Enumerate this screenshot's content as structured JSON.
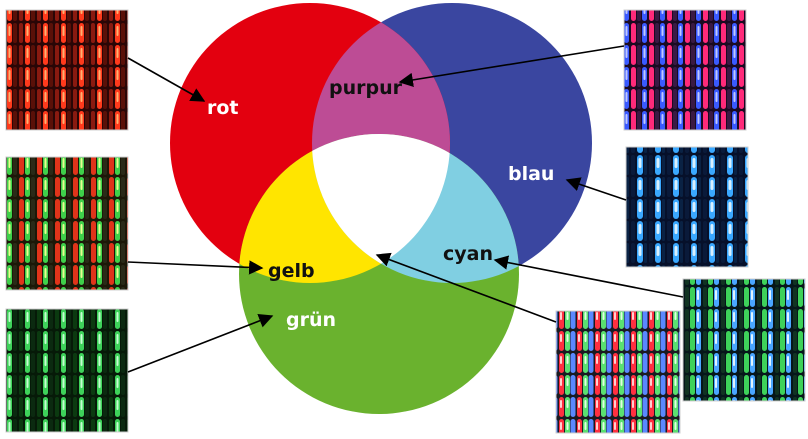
{
  "labels": {
    "rot": "rot",
    "purpur": "purpur",
    "blau": "blau",
    "gelb": "gelb",
    "cyan": "cyan",
    "gruen": "grün"
  },
  "colors": {
    "red": "#e3000f",
    "blue": "#3a46a0",
    "green": "#6ab22e",
    "magenta": "#bd4c95",
    "yellow": "#ffe500",
    "cyan": "#80cfe2",
    "white": "#ffffff",
    "label_light": "#ffffff",
    "label_dark": "#111111"
  },
  "icons": [
    "red-subpixel-micrograph",
    "yellow-subpixel-micrograph",
    "green-subpixel-micrograph",
    "purple-subpixel-micrograph",
    "blue-subpixel-micrograph",
    "cyan-subpixel-micrograph",
    "white-subpixel-micrograph"
  ]
}
